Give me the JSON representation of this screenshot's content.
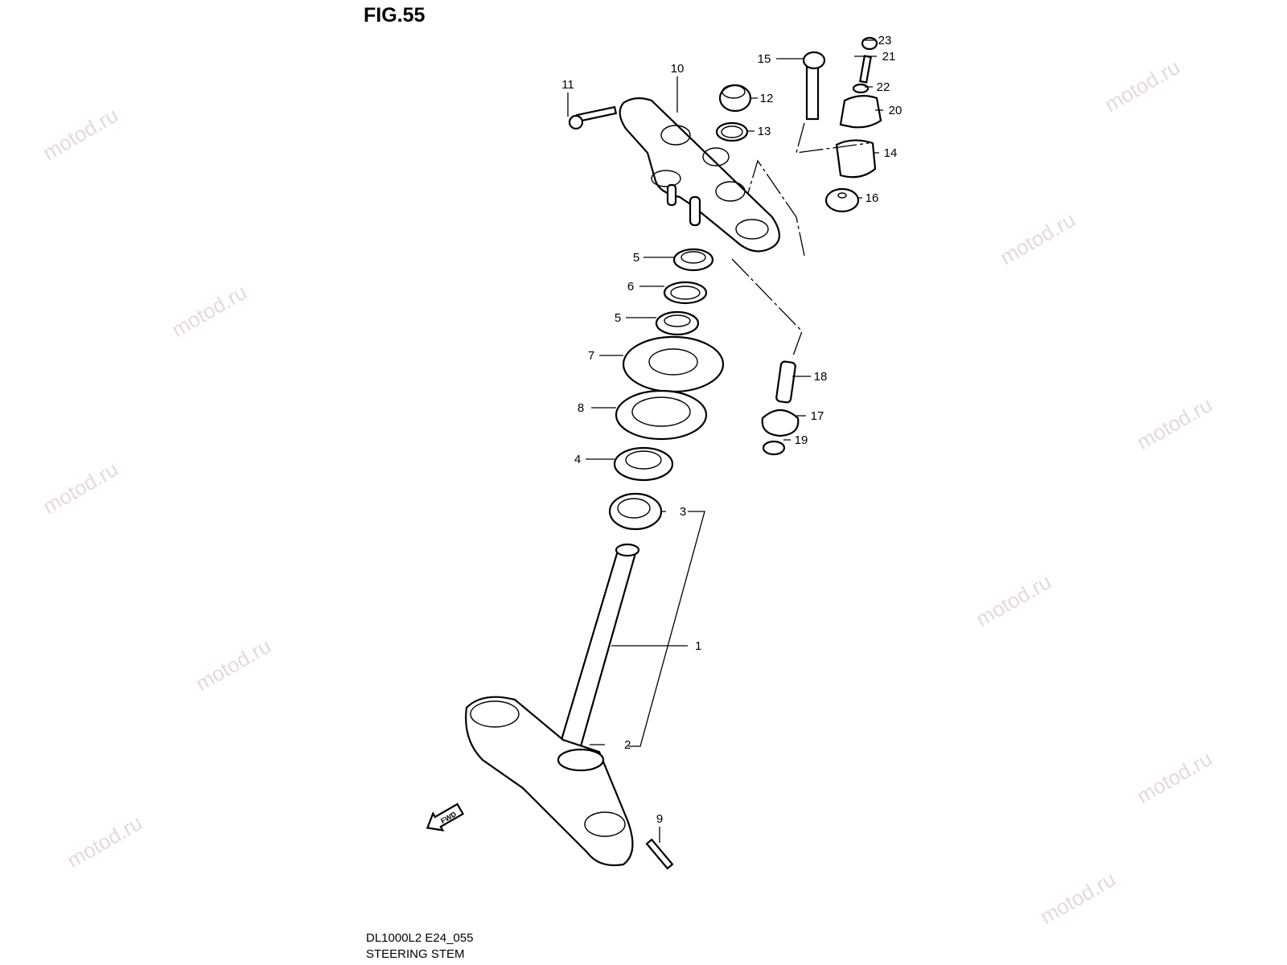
{
  "figure": {
    "title": "FIG.55",
    "code": "DL1000L2 E24_055",
    "name": "STEERING STEM",
    "watermark": "motod.ru",
    "fwd_label": "FWD"
  },
  "callouts": [
    "1",
    "2",
    "3",
    "4",
    "5",
    "5",
    "6",
    "7",
    "8",
    "9",
    "10",
    "11",
    "12",
    "13",
    "14",
    "15",
    "16",
    "17",
    "18",
    "19",
    "20",
    "21",
    "22",
    "23"
  ]
}
